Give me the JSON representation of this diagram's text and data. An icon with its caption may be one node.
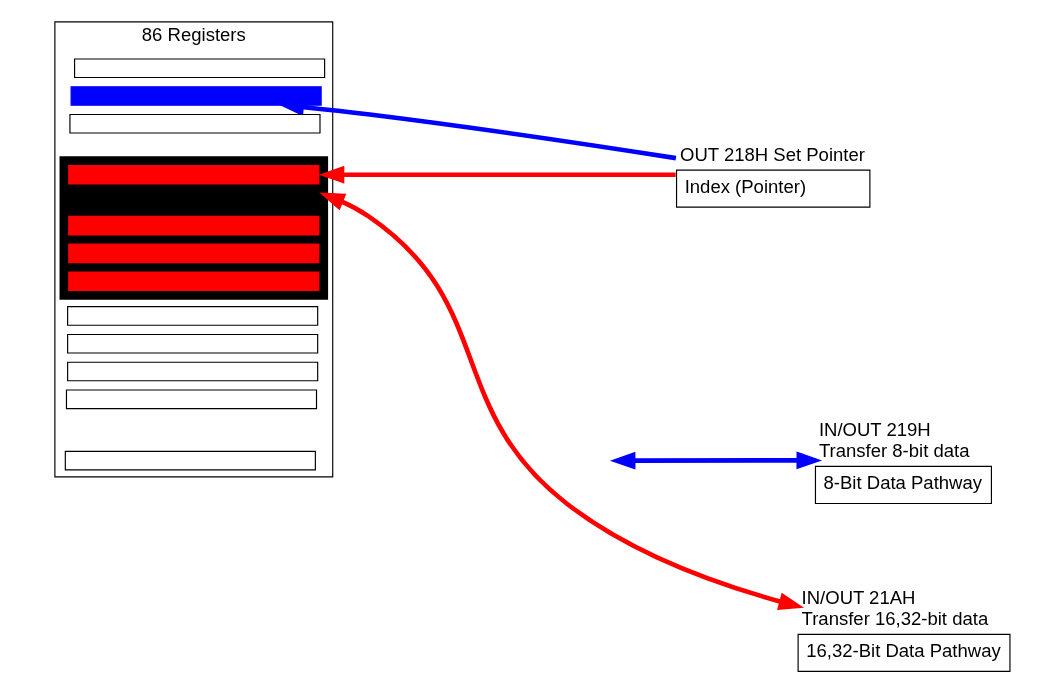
{
  "diagram": {
    "nodes": [
      {
        "text": [
          "86 Registers"
        ]
      },
      {
        "text": [],
        "shape": "bar",
        "in": 0
      },
      {
        "text": [],
        "shape": "bar",
        "in": 0
      },
      {
        "text": [],
        "shape": "bar",
        "in": 0
      },
      {
        "text": [],
        "shape": "box",
        "in": 0
      },
      {
        "text": [],
        "shape": "bar",
        "in": 4
      },
      {
        "text": [],
        "shape": "bar",
        "in": 4
      },
      {
        "text": [],
        "shape": "bar",
        "in": 4
      },
      {
        "text": [],
        "shape": "bar",
        "in": 4
      },
      {
        "text": [],
        "shape": "bar",
        "in": 0
      },
      {
        "text": [],
        "shape": "bar",
        "in": 0
      },
      {
        "text": [],
        "shape": "bar",
        "in": 0
      },
      {
        "text": [],
        "shape": "bar",
        "in": 0
      },
      {
        "text": [],
        "shape": "bar",
        "in": 0
      },
      {
        "text": [
          "Index (Pointer)"
        ],
        "beside": [
          "OUT 218H Set Pointer"
        ]
      },
      {
        "text": [
          "8-Bit Data Pathway"
        ],
        "beside": [
          "IN/OUT 219H",
          "Transfer 8-bit data"
        ]
      },
      {
        "text": [
          "16,32-Bit Data Pathway"
        ],
        "beside": [
          "IN/OUT 21AH",
          "Transfer 16,32-bit data"
        ]
      }
    ],
    "edges": [
      {
        "from": 14,
        "to": 2,
        "arrow": "to",
        "color": "#0000ff"
      },
      {
        "from": 14,
        "to": 4,
        "arrow": "to",
        "color": "#ff0000"
      },
      {
        "from": 15,
        "to": null,
        "arrow": "both",
        "color": "#0000ff"
      },
      {
        "from": 4,
        "to": 16,
        "arrow": "both",
        "color": "#ff0000"
      }
    ]
  }
}
